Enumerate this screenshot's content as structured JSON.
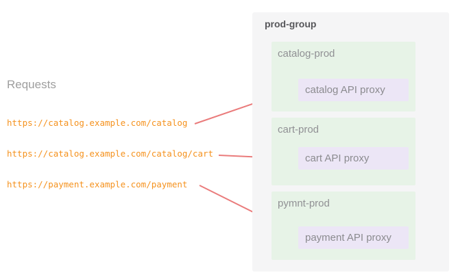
{
  "heading": "Requests",
  "requests": [
    {
      "url": "https://catalog.example.com/catalog",
      "routes_to": "catalog API proxy"
    },
    {
      "url": "https://catalog.example.com/catalog/cart",
      "routes_to": "cart API proxy"
    },
    {
      "url": "https://payment.example.com/payment",
      "routes_to": "payment API proxy"
    }
  ],
  "group": {
    "label": "prod-group",
    "environments": [
      {
        "name": "catalog-prod",
        "proxy": "catalog API proxy"
      },
      {
        "name": "cart-prod",
        "proxy": "cart API proxy"
      },
      {
        "name": "pymnt-prod",
        "proxy": "payment API proxy"
      }
    ]
  },
  "colors": {
    "url_text": "#f5921e",
    "arrow": "#ea7b7b",
    "group_bg": "#f5f5f6",
    "environment_bg": "#e7f3e7",
    "proxy_bg": "#ece6f6",
    "heading_text": "#9e9e9e",
    "group_label_text": "#56565a",
    "env_label_text": "#909094",
    "proxy_label_text": "#8b8b8f"
  }
}
